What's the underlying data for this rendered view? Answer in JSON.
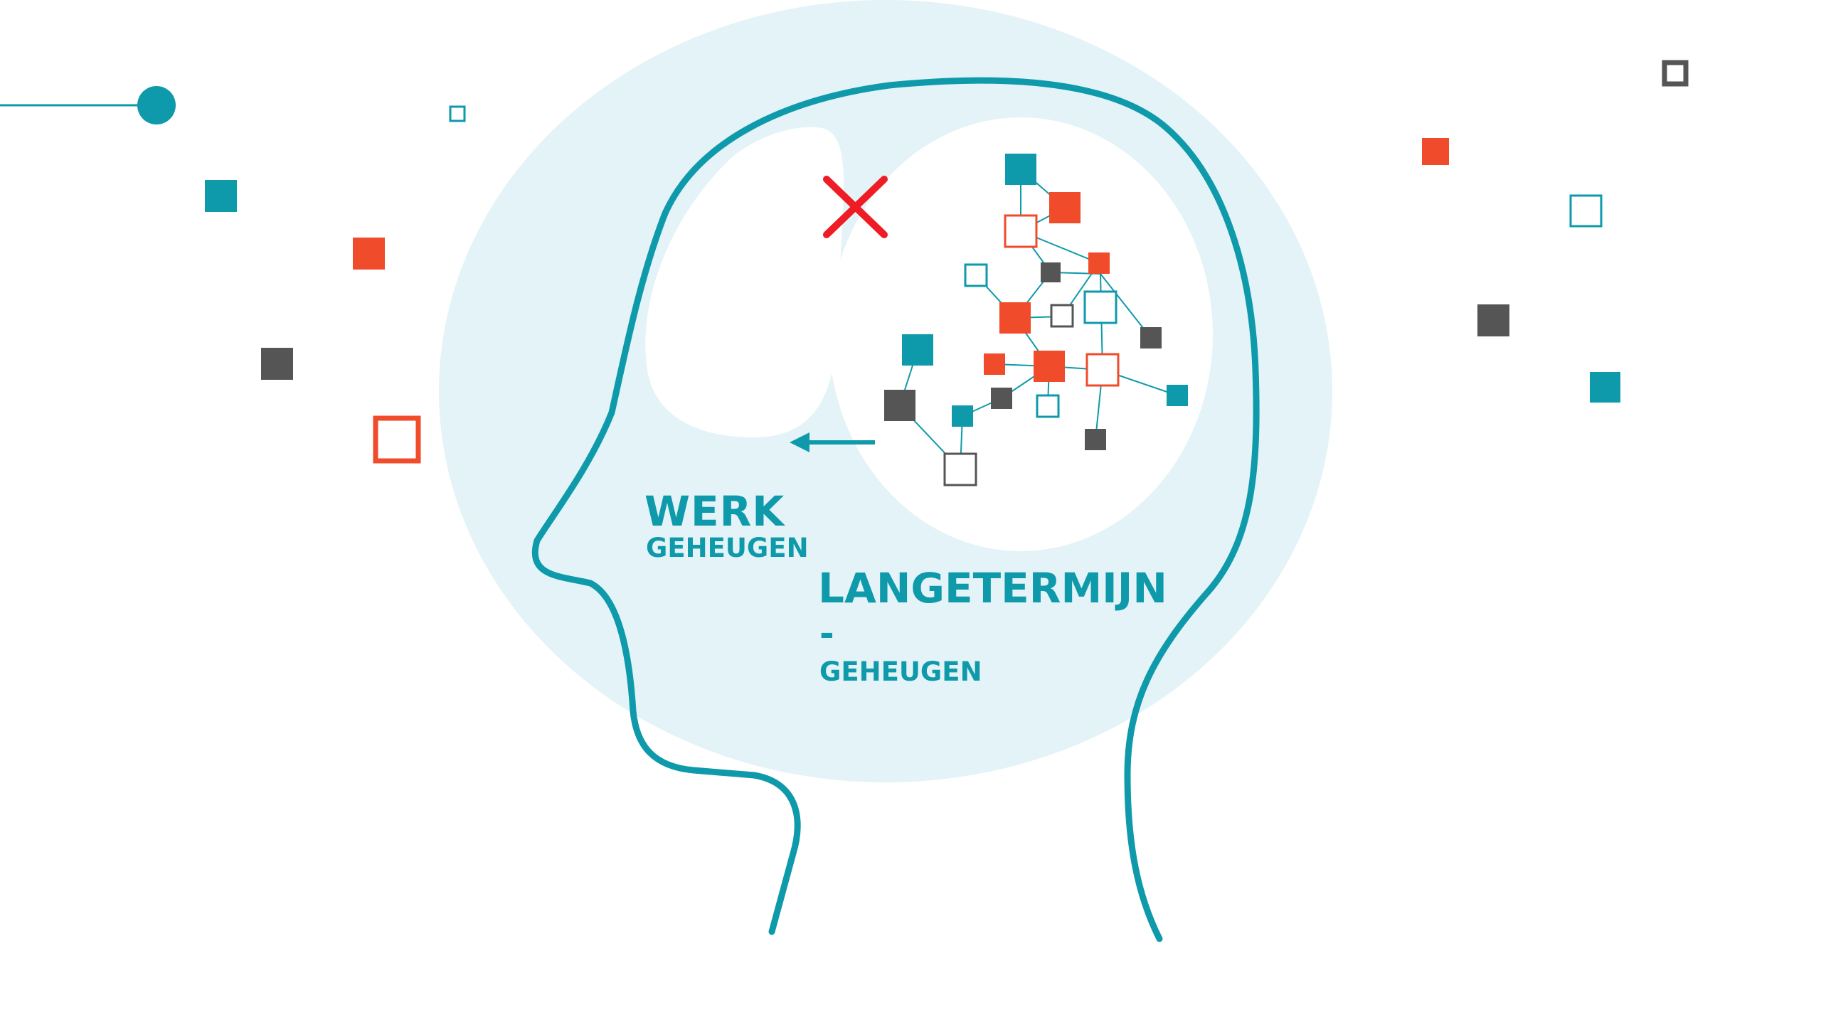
{
  "colors": {
    "teal": "#0e9aaa",
    "orange": "#f04b2a",
    "dark": "#555555",
    "halo": "#e3f3f7",
    "cross": "#ee1c25",
    "white": "#ffffff"
  },
  "labels": {
    "working_memory_main": "WERK",
    "working_memory_sub": "GEHEUGEN",
    "long_term_memory_main": "LANGETERMIJN",
    "long_term_memory_dash": "-",
    "long_term_memory_sub": "GEHEUGEN"
  },
  "icons": {
    "rejected": "cross-icon",
    "transfer": "arrow-left-icon",
    "head": "head-profile-icon"
  }
}
